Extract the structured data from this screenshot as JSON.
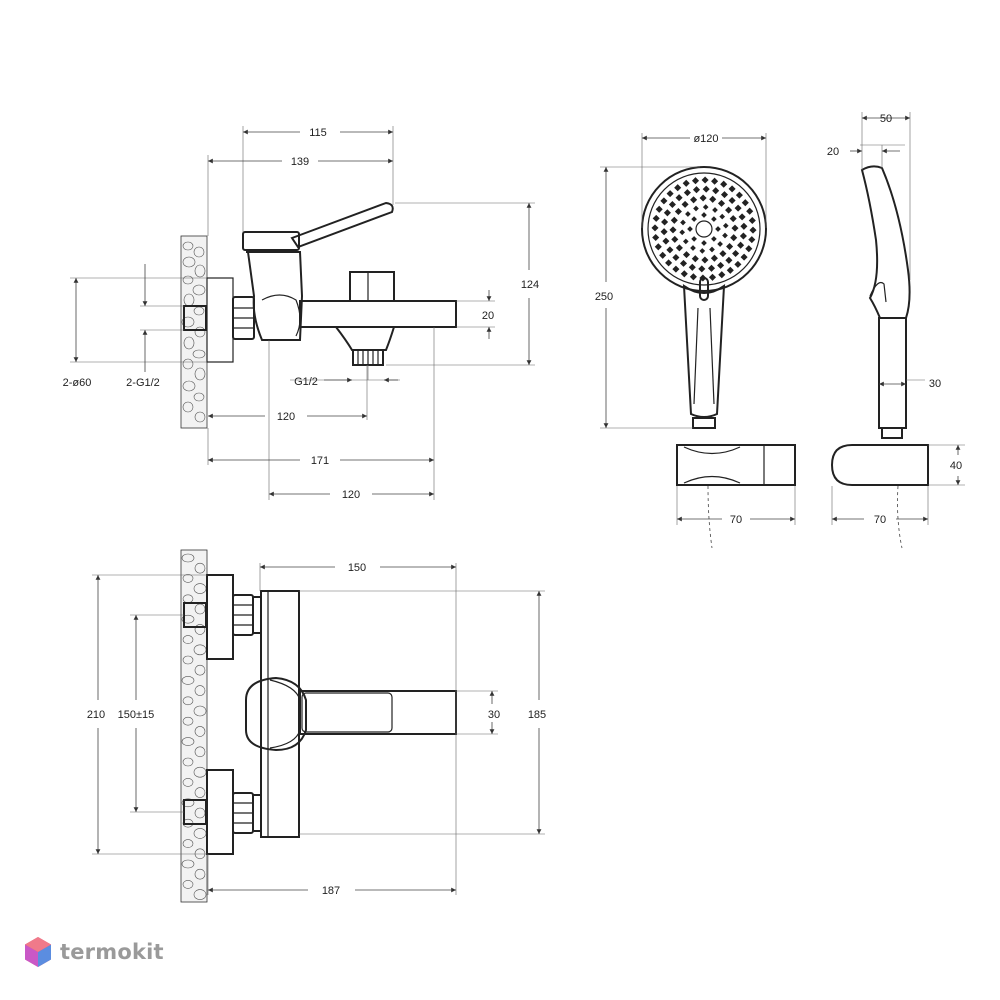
{
  "brand": {
    "name": "termokit",
    "accent": "#e94b6a",
    "accent2": "#5b8de0"
  },
  "top_view": {
    "dims": {
      "width_top": "115",
      "width_lever": "139",
      "height_lever": "124",
      "spout_height": "20",
      "pipe_diam": "2-ø60",
      "thread_in": "2-G1/2",
      "thread_out": "G1/2",
      "outlet_offset": "120",
      "total_depth": "171",
      "spout_length": "120"
    }
  },
  "shower_head": {
    "dims": {
      "diameter": "ø120",
      "length": "250"
    }
  },
  "shower_side": {
    "dims": {
      "thickness": "50",
      "head_offset": "20",
      "handle": "30",
      "holder_height": "40"
    }
  },
  "holder": {
    "dims": {
      "front_width": "70",
      "side_width": "70"
    }
  },
  "front_view": {
    "dims": {
      "width_top": "150",
      "total_height": "210",
      "centres": "150±15",
      "spout_height": "30",
      "body_height": "185",
      "total_depth": "187"
    }
  }
}
